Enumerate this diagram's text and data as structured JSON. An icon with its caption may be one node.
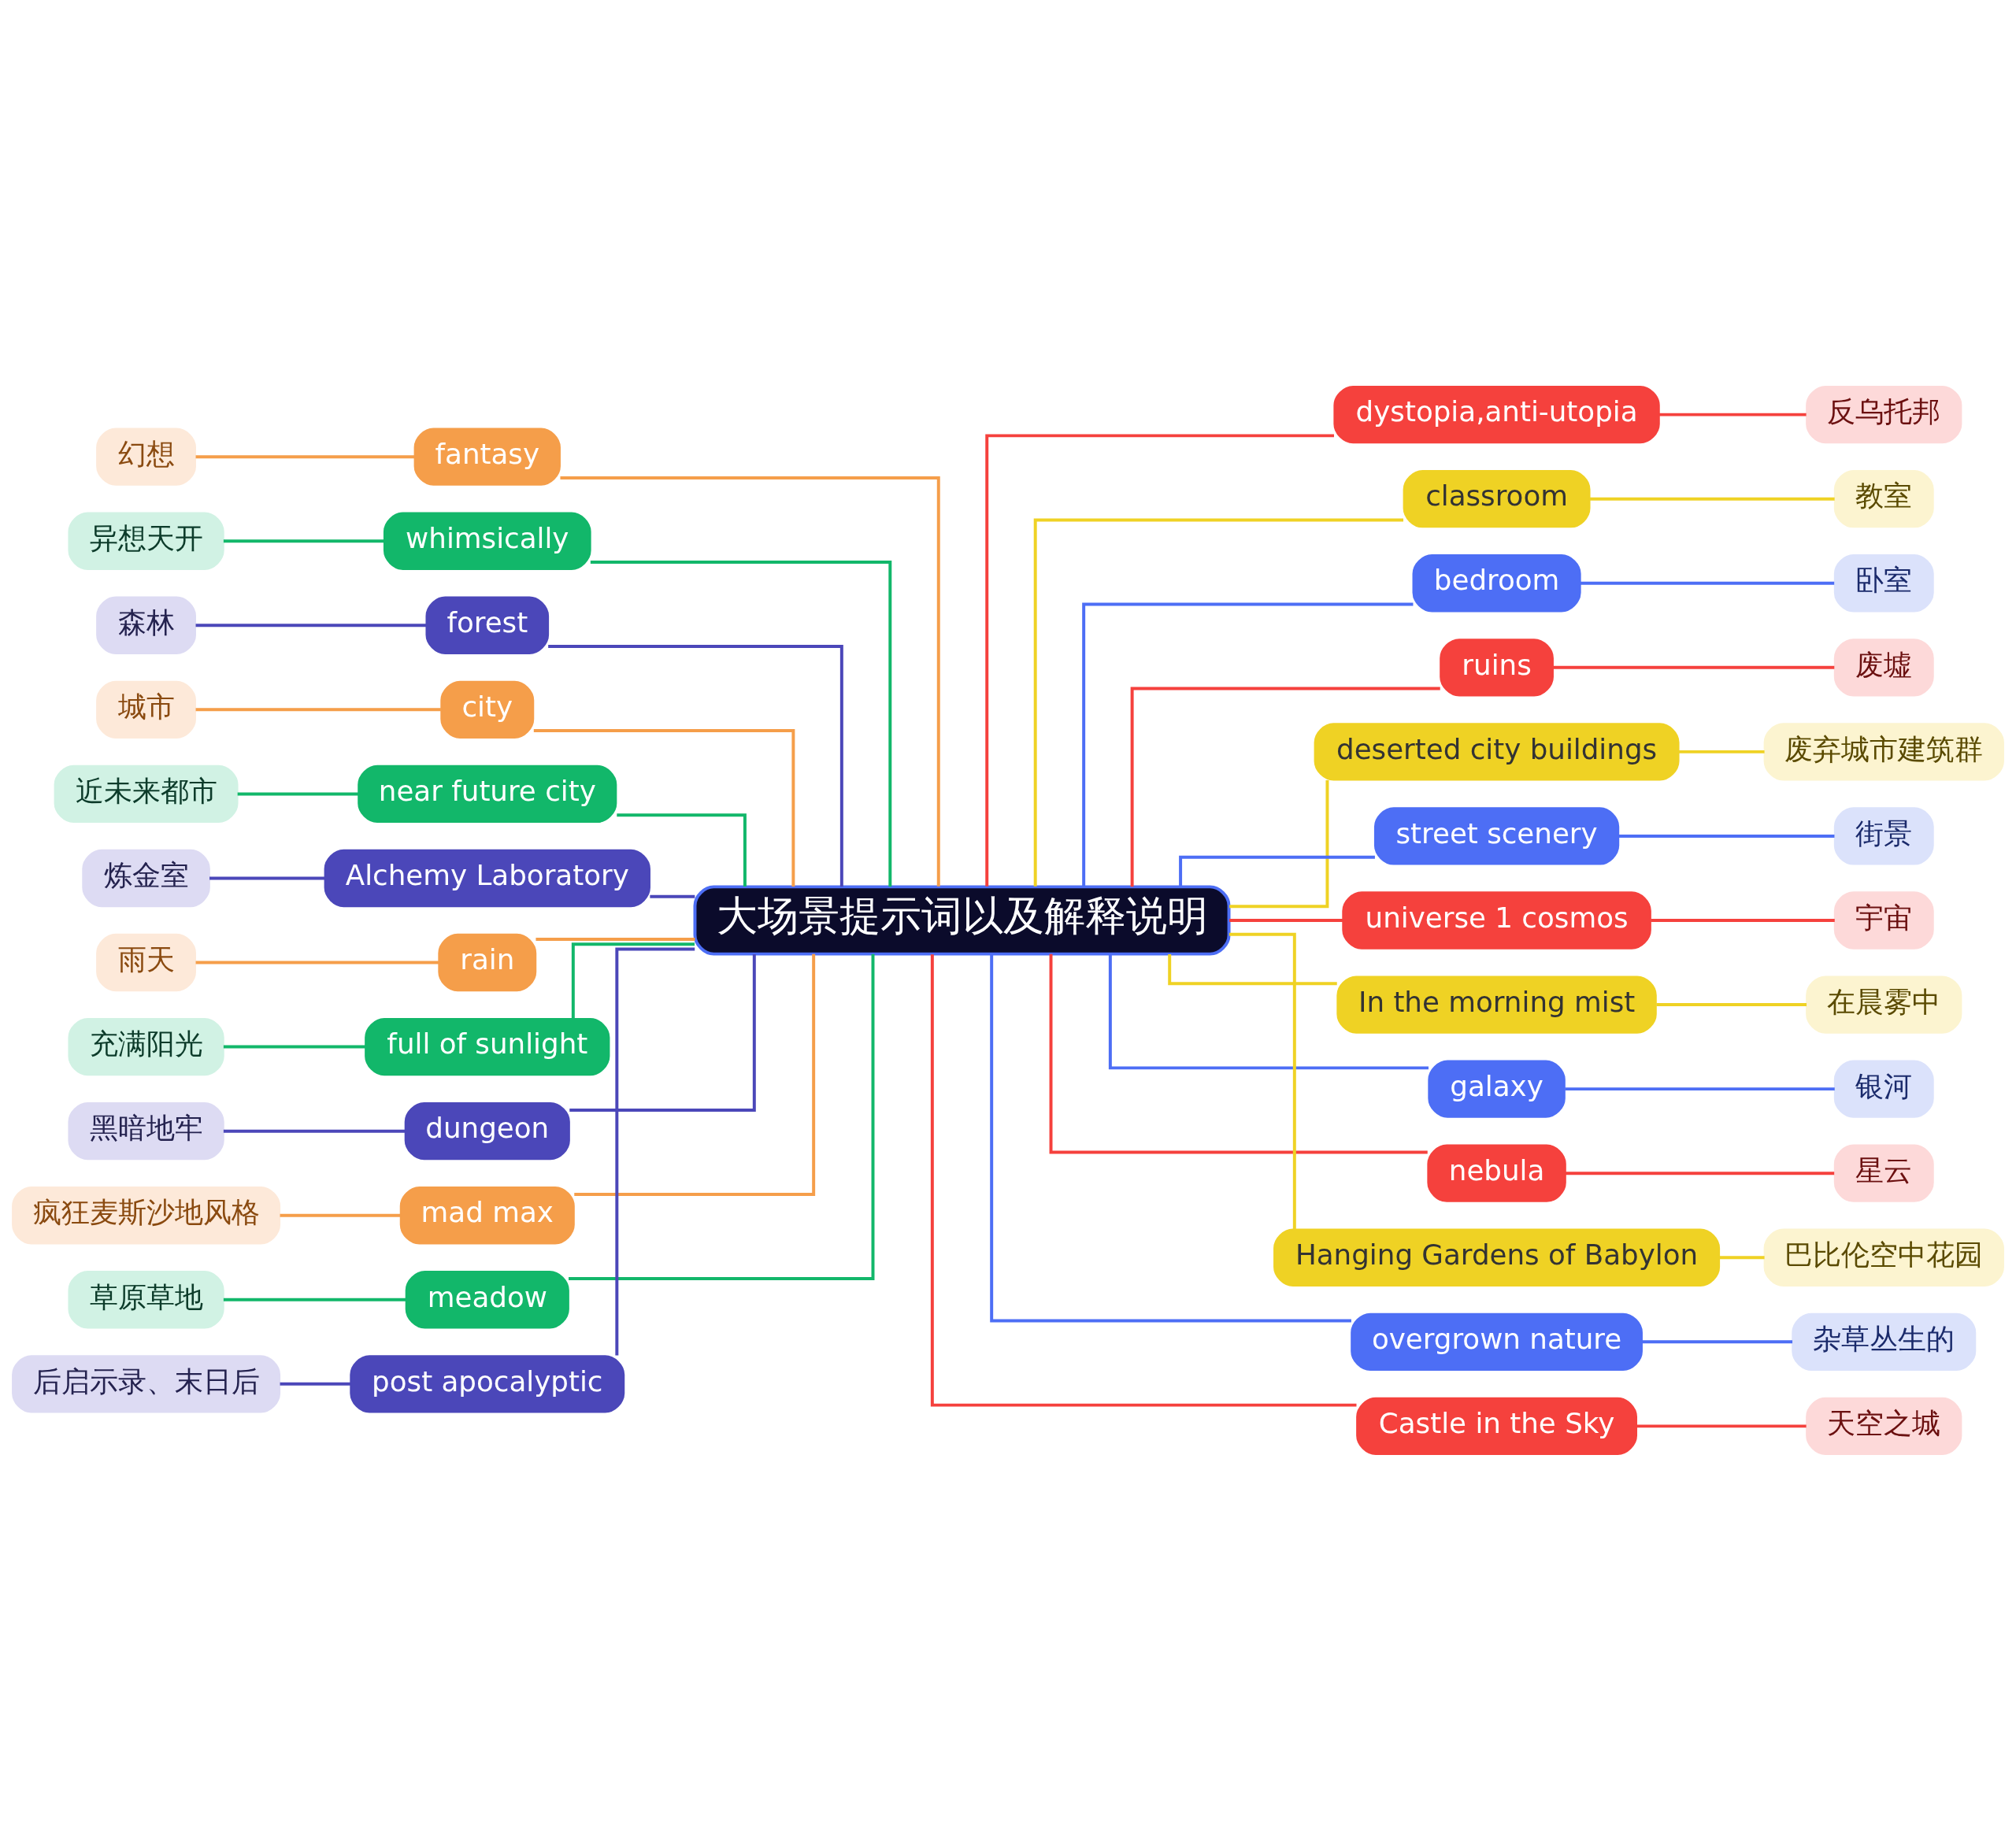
{
  "diagram": {
    "nodes": [
      {
        "text": [
          "大场景提示词以及解释说明"
        ]
      },
      {
        "text": [
          "幻想"
        ]
      },
      {
        "text": [
          "fantasy"
        ]
      },
      {
        "text": [
          "异想天开"
        ]
      },
      {
        "text": [
          "whimsically"
        ]
      },
      {
        "text": [
          "森林"
        ]
      },
      {
        "text": [
          "forest"
        ]
      },
      {
        "text": [
          "城市"
        ]
      },
      {
        "text": [
          "city"
        ]
      },
      {
        "text": [
          "近未来都市"
        ]
      },
      {
        "text": [
          "near future city"
        ]
      },
      {
        "text": [
          "炼金室"
        ]
      },
      {
        "text": [
          "Alchemy Laboratory"
        ]
      },
      {
        "text": [
          "雨天"
        ]
      },
      {
        "text": [
          "rain"
        ]
      },
      {
        "text": [
          "充满阳光"
        ]
      },
      {
        "text": [
          "full of sunlight"
        ]
      },
      {
        "text": [
          "黑暗地牢"
        ]
      },
      {
        "text": [
          "dungeon"
        ]
      },
      {
        "text": [
          "疯狂麦斯沙地风格"
        ]
      },
      {
        "text": [
          "mad max"
        ]
      },
      {
        "text": [
          "草原草地"
        ]
      },
      {
        "text": [
          "meadow"
        ]
      },
      {
        "text": [
          "后启示录、末日后"
        ]
      },
      {
        "text": [
          "post apocalyptic"
        ]
      },
      {
        "text": [
          "dystopia,anti-utopia"
        ]
      },
      {
        "text": [
          "反乌托邦"
        ]
      },
      {
        "text": [
          "classroom"
        ]
      },
      {
        "text": [
          "教室"
        ]
      },
      {
        "text": [
          "bedroom"
        ]
      },
      {
        "text": [
          "卧室"
        ]
      },
      {
        "text": [
          "ruins"
        ]
      },
      {
        "text": [
          "废墟"
        ]
      },
      {
        "text": [
          "deserted city buildings"
        ]
      },
      {
        "text": [
          "废弃城市建筑群"
        ]
      },
      {
        "text": [
          "street scenery"
        ]
      },
      {
        "text": [
          "街景"
        ]
      },
      {
        "text": [
          "universe 1 cosmos"
        ]
      },
      {
        "text": [
          "宇宙"
        ]
      },
      {
        "text": [
          "In the morning mist"
        ]
      },
      {
        "text": [
          "在晨雾中"
        ]
      },
      {
        "text": [
          "galaxy"
        ]
      },
      {
        "text": [
          "银河"
        ]
      },
      {
        "text": [
          "nebula"
        ]
      },
      {
        "text": [
          "星云"
        ]
      },
      {
        "text": [
          "Hanging Gardens of Babylon"
        ]
      },
      {
        "text": [
          "巴比伦空中花园"
        ]
      },
      {
        "text": [
          "overgrown nature"
        ]
      },
      {
        "text": [
          "杂草丛生的"
        ]
      },
      {
        "text": [
          "Castle in the Sky"
        ]
      },
      {
        "text": [
          "天空之城"
        ]
      }
    ],
    "edges": [
      {
        "from": 0,
        "to": 2,
        "arrow": "none",
        "color": "#f59e4a"
      },
      {
        "from": 2,
        "to": 1,
        "arrow": "none",
        "color": "#f59e4a"
      },
      {
        "from": 0,
        "to": 4,
        "arrow": "none",
        "color": "#12b76a"
      },
      {
        "from": 4,
        "to": 3,
        "arrow": "none",
        "color": "#12b76a"
      },
      {
        "from": 0,
        "to": 6,
        "arrow": "none",
        "color": "#4b47b9"
      },
      {
        "from": 6,
        "to": 5,
        "arrow": "none",
        "color": "#4b47b9"
      },
      {
        "from": 0,
        "to": 8,
        "arrow": "none",
        "color": "#f59e4a"
      },
      {
        "from": 8,
        "to": 7,
        "arrow": "none",
        "color": "#f59e4a"
      },
      {
        "from": 0,
        "to": 10,
        "arrow": "none",
        "color": "#12b76a"
      },
      {
        "from": 10,
        "to": 9,
        "arrow": "none",
        "color": "#12b76a"
      },
      {
        "from": 0,
        "to": 12,
        "arrow": "none",
        "color": "#4b47b9"
      },
      {
        "from": 12,
        "to": 11,
        "arrow": "none",
        "color": "#4b47b9"
      },
      {
        "from": 0,
        "to": 14,
        "arrow": "none",
        "color": "#f59e4a"
      },
      {
        "from": 14,
        "to": 13,
        "arrow": "none",
        "color": "#f59e4a"
      },
      {
        "from": 0,
        "to": 16,
        "arrow": "none",
        "color": "#12b76a"
      },
      {
        "from": 16,
        "to": 15,
        "arrow": "none",
        "color": "#12b76a"
      },
      {
        "from": 0,
        "to": 18,
        "arrow": "none",
        "color": "#4b47b9"
      },
      {
        "from": 18,
        "to": 17,
        "arrow": "none",
        "color": "#4b47b9"
      },
      {
        "from": 0,
        "to": 20,
        "arrow": "none",
        "color": "#f59e4a"
      },
      {
        "from": 20,
        "to": 19,
        "arrow": "none",
        "color": "#f59e4a"
      },
      {
        "from": 0,
        "to": 22,
        "arrow": "none",
        "color": "#12b76a"
      },
      {
        "from": 22,
        "to": 21,
        "arrow": "none",
        "color": "#12b76a"
      },
      {
        "from": 0,
        "to": 24,
        "arrow": "none",
        "color": "#4b47b9"
      },
      {
        "from": 24,
        "to": 23,
        "arrow": "none",
        "color": "#4b47b9"
      },
      {
        "from": 0,
        "to": 25,
        "arrow": "none",
        "color": "#f5413d"
      },
      {
        "from": 25,
        "to": 26,
        "arrow": "none",
        "color": "#f5413d"
      },
      {
        "from": 0,
        "to": 27,
        "arrow": "none",
        "color": "#efd224"
      },
      {
        "from": 27,
        "to": 28,
        "arrow": "none",
        "color": "#efd224"
      },
      {
        "from": 0,
        "to": 29,
        "arrow": "none",
        "color": "#4d6ef5"
      },
      {
        "from": 29,
        "to": 30,
        "arrow": "none",
        "color": "#4d6ef5"
      },
      {
        "from": 0,
        "to": 31,
        "arrow": "none",
        "color": "#f5413d"
      },
      {
        "from": 31,
        "to": 32,
        "arrow": "none",
        "color": "#f5413d"
      },
      {
        "from": 0,
        "to": 33,
        "arrow": "none",
        "color": "#efd224"
      },
      {
        "from": 33,
        "to": 34,
        "arrow": "none",
        "color": "#efd224"
      },
      {
        "from": 0,
        "to": 35,
        "arrow": "none",
        "color": "#4d6ef5"
      },
      {
        "from": 35,
        "to": 36,
        "arrow": "none",
        "color": "#4d6ef5"
      },
      {
        "from": 0,
        "to": 37,
        "arrow": "none",
        "color": "#f5413d"
      },
      {
        "from": 37,
        "to": 38,
        "arrow": "none",
        "color": "#f5413d"
      },
      {
        "from": 0,
        "to": 39,
        "arrow": "none",
        "color": "#efd224"
      },
      {
        "from": 39,
        "to": 40,
        "arrow": "none",
        "color": "#efd224"
      },
      {
        "from": 0,
        "to": 41,
        "arrow": "none",
        "color": "#4d6ef5"
      },
      {
        "from": 41,
        "to": 42,
        "arrow": "none",
        "color": "#4d6ef5"
      },
      {
        "from": 0,
        "to": 43,
        "arrow": "none",
        "color": "#f5413d"
      },
      {
        "from": 43,
        "to": 44,
        "arrow": "none",
        "color": "#f5413d"
      },
      {
        "from": 0,
        "to": 45,
        "arrow": "none",
        "color": "#efd224"
      },
      {
        "from": 45,
        "to": 46,
        "arrow": "none",
        "color": "#efd224"
      },
      {
        "from": 0,
        "to": 47,
        "arrow": "none",
        "color": "#4d6ef5"
      },
      {
        "from": 47,
        "to": 48,
        "arrow": "none",
        "color": "#4d6ef5"
      },
      {
        "from": 0,
        "to": 49,
        "arrow": "none",
        "color": "#f5413d"
      },
      {
        "from": 49,
        "to": 50,
        "arrow": "none",
        "color": "#f5413d"
      }
    ]
  }
}
